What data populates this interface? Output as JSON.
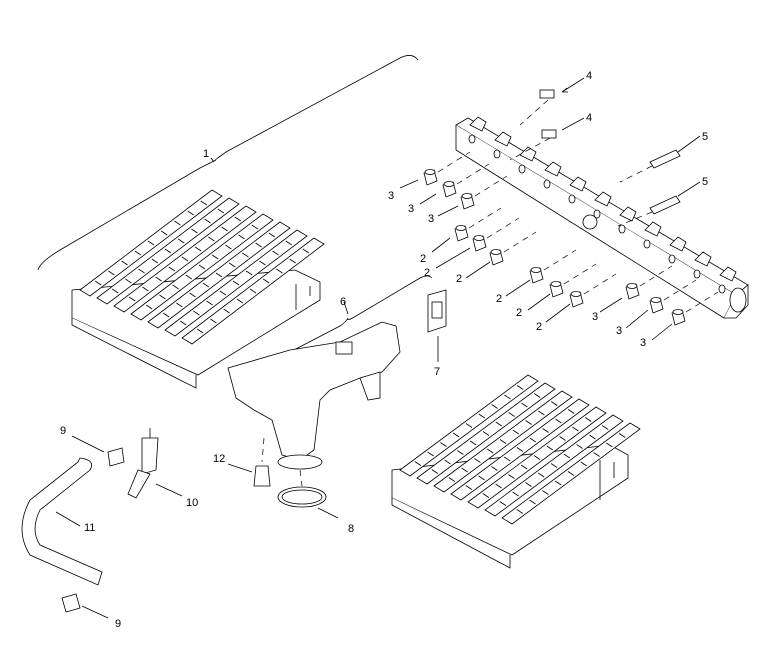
{
  "labels": {
    "l1": "1",
    "l2a": "2",
    "l2b": "2",
    "l2c": "2",
    "l2d": "2",
    "l2e": "2",
    "l2f": "2",
    "l3a": "3",
    "l3b": "3",
    "l3c": "3",
    "l3d": "3",
    "l3e": "3",
    "l3f": "3",
    "l4a": "4",
    "l4b": "4",
    "l5a": "5",
    "l5b": "5",
    "l6": "6",
    "l7": "7",
    "l8": "8",
    "l9a": "9",
    "l9b": "9",
    "l10": "10",
    "l11": "11",
    "l12": "12"
  }
}
